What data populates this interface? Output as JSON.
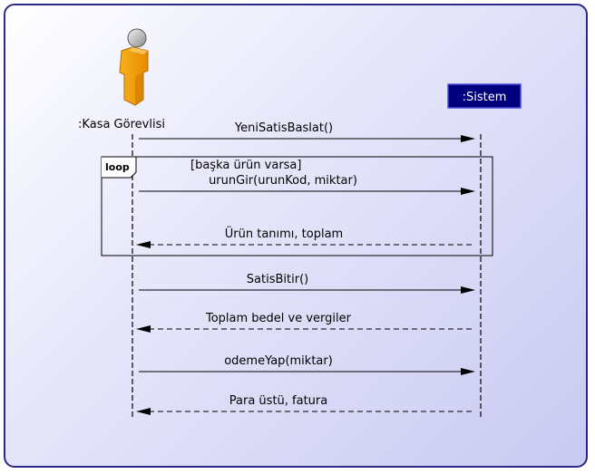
{
  "actor": {
    "name": ":Kasa Görevlisi"
  },
  "system": {
    "name": ":Sistem"
  },
  "loop": {
    "tag": "loop",
    "guard": "[başka ürün varsa]"
  },
  "messages": [
    {
      "label": "YeniSatisBaslat()",
      "type": "sync"
    },
    {
      "label": "urunGir(urunKod, miktar)",
      "type": "sync"
    },
    {
      "label": "Ürün tanımı, toplam",
      "type": "return"
    },
    {
      "label": "SatisBitir()",
      "type": "sync"
    },
    {
      "label": "Toplam bedel ve vergiler",
      "type": "return"
    },
    {
      "label": "odemeYap(miktar)",
      "type": "sync"
    },
    {
      "label": "Para üstü, fatura",
      "type": "return"
    }
  ]
}
